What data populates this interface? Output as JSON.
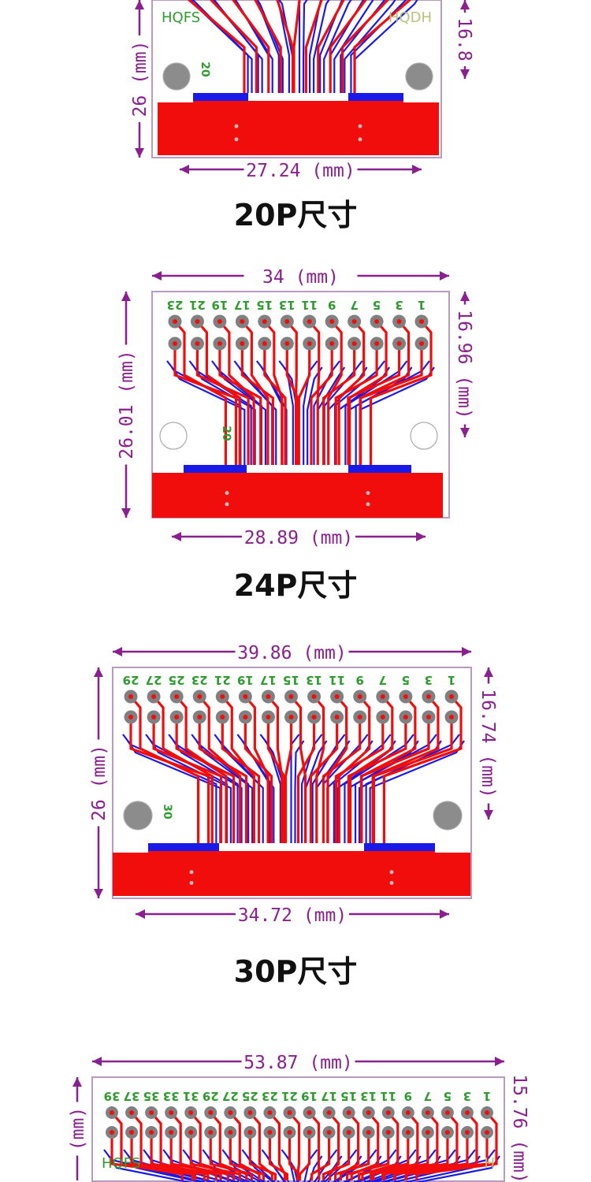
{
  "colors": {
    "dimension": "#8a1f8f",
    "trace_red": "#f20d0d",
    "trace_blue": "#1a1ae6",
    "pad": "#808080",
    "silk": "#2e9b2e",
    "board_outline": "#b89bbf"
  },
  "boards": [
    {
      "caption": "20P尺寸",
      "width_top": null,
      "width_bottom": "27.24 (mm)",
      "height_left": "26 (mm)",
      "height_right": "16.8",
      "silk_left": "HQFS",
      "silk_right": "HQDH",
      "pin_labels": [],
      "side_label": "20"
    },
    {
      "caption": "24P尺寸",
      "width_top": "34 (mm)",
      "width_bottom": "28.89 (mm)",
      "height_left": "26.01 (mm)",
      "height_right": "16.96 (mm)",
      "pin_labels": [
        "23",
        "21",
        "19",
        "17",
        "15",
        "13",
        "11",
        "9",
        "7",
        "5",
        "3",
        "1"
      ],
      "side_label": "20"
    },
    {
      "caption": "30P尺寸",
      "width_top": "39.86 (mm)",
      "width_bottom": "34.72 (mm)",
      "height_left": "26 (mm)",
      "height_right": "16.74 (mm)",
      "pin_labels": [
        "29",
        "27",
        "25",
        "23",
        "21",
        "19",
        "17",
        "15",
        "13",
        "11",
        "9",
        "7",
        "5",
        "3",
        "1"
      ],
      "side_label": "30"
    },
    {
      "caption": "",
      "width_top": "53.87 (mm)",
      "width_bottom": null,
      "height_left": "(mm)",
      "height_right": "15.76 (mm)",
      "silk_left": "HQFS",
      "silk_right": "H",
      "pin_labels": [
        "39",
        "37",
        "35",
        "33",
        "31",
        "29",
        "27",
        "25",
        "23",
        "21",
        "19",
        "17",
        "15",
        "13",
        "11",
        "9",
        "7",
        "5",
        "3",
        "1"
      ],
      "side_label": ""
    }
  ]
}
